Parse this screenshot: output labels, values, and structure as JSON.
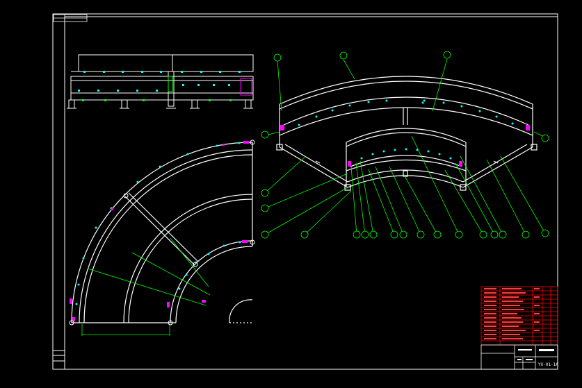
{
  "title_block": {
    "drawing_code": "YX-01-1A"
  },
  "balloons": [
    {
      "id": "b1"
    },
    {
      "id": "b2"
    },
    {
      "id": "b3"
    },
    {
      "id": "b4"
    },
    {
      "id": "b5"
    },
    {
      "id": "b6"
    },
    {
      "id": "b7"
    },
    {
      "id": "b8"
    },
    {
      "id": "b9"
    },
    {
      "id": "b10"
    },
    {
      "id": "b11"
    },
    {
      "id": "b12"
    },
    {
      "id": "b13"
    },
    {
      "id": "b14"
    },
    {
      "id": "b15"
    },
    {
      "id": "b16"
    },
    {
      "id": "b17"
    },
    {
      "id": "b18"
    },
    {
      "id": "b19"
    },
    {
      "id": "b20"
    },
    {
      "id": "b21"
    },
    {
      "id": "b22"
    }
  ],
  "colors": {
    "background": "#000000",
    "frame": "#ffffff",
    "leader": "#00ff00",
    "bolt": "#00ffff",
    "part": "#ff00ff",
    "table": "#ff0000"
  }
}
